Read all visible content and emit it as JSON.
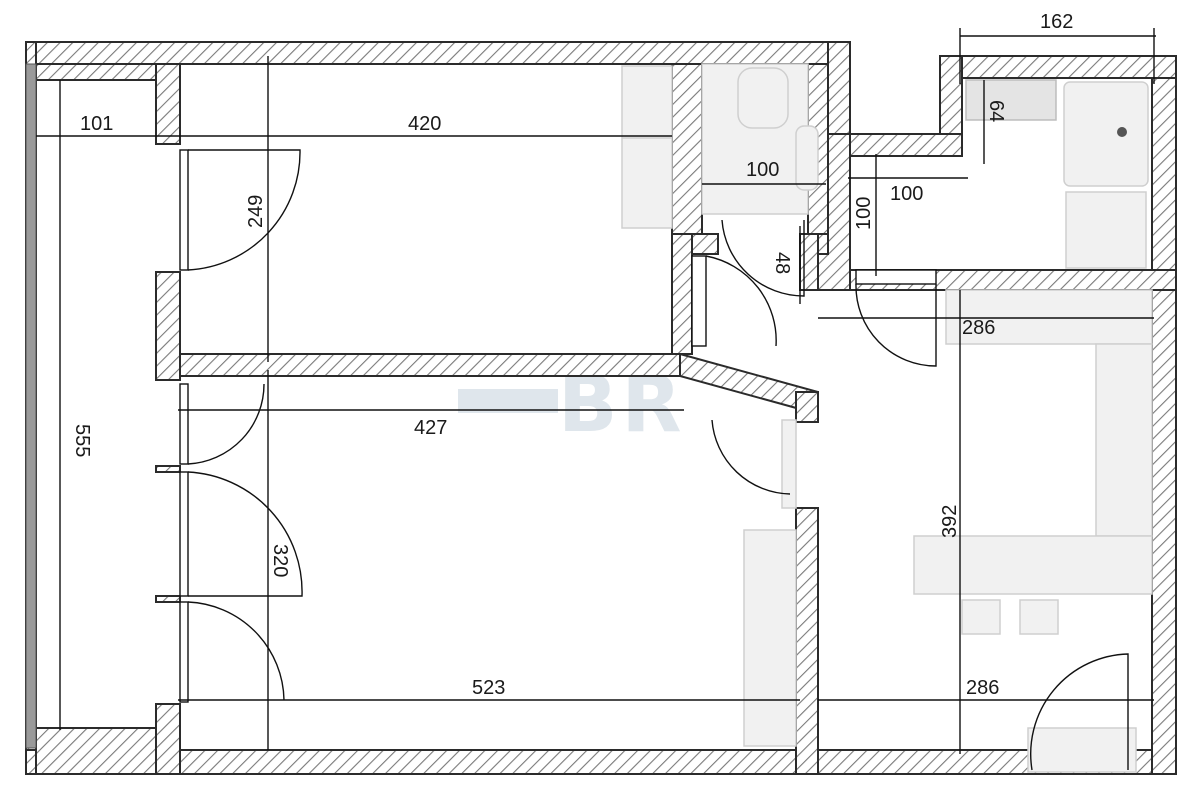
{
  "watermark": "BR",
  "dimensions": {
    "bath_width": "162",
    "loggia_width": "101",
    "room1_length": "420",
    "room1_width": "249",
    "wc_width": "100",
    "hall_width": "100",
    "hall_depth": "100",
    "bath_gap": "64",
    "door_gap": "48",
    "kitchen_top": "286",
    "loggia_length": "555",
    "room2_length": "427",
    "room2_width": "320",
    "kitchen_depth": "392",
    "total_length": "523",
    "kitchen_bottom": "286"
  }
}
